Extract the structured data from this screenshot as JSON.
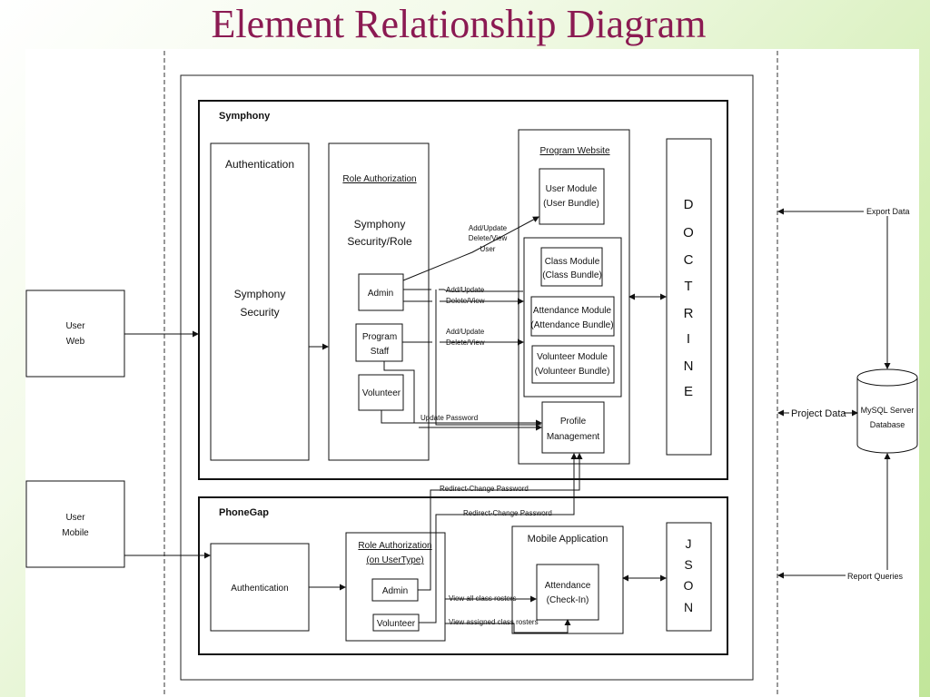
{
  "title": "Element Relationship Diagram",
  "symphony": {
    "label": "Symphony",
    "authentication_title": "Authentication",
    "security_line1": "Symphony",
    "security_line2": "Security",
    "role_auth_title": "Role Authorization",
    "role_sub_line1": "Symphony",
    "role_sub_line2": "Security/Role",
    "admin": "Admin",
    "staff_line1": "Program",
    "staff_line2": "Staff",
    "volunteer": "Volunteer",
    "program_website": "Program Website",
    "user_module_line1": "User Module",
    "user_module_line2": "(User Bundle)",
    "class_module_line1": "Class Module",
    "class_module_line2": "(Class Bundle)",
    "attendance_module_line1": "Attendance Module",
    "attendance_module_line2": "(Attendance Bundle)",
    "volunteer_module_line1": "Volunteer Module",
    "volunteer_module_line2": "(Volunteer Bundle)",
    "profile_line1": "Profile",
    "profile_line2": "Management",
    "doctrine_letters": [
      "D",
      "O",
      "C",
      "T",
      "R",
      "I",
      "N",
      "E"
    ]
  },
  "phonegap": {
    "label": "PhoneGap",
    "authentication": "Authentication",
    "role_auth_line1": "Role Authorization",
    "role_auth_line2": "(on UserType)",
    "admin": "Admin",
    "volunteer": "Volunteer",
    "mobile_app": "Mobile Application",
    "attendance_line1": "Attendance",
    "attendance_line2": "(Check-In)",
    "json_letters": [
      "J",
      "S",
      "O",
      "N"
    ]
  },
  "external": {
    "user_web_line1": "User",
    "user_web_line2": "Web",
    "user_mobile_line1": "User",
    "user_mobile_line2": "Mobile",
    "db_line1": "MySQL Server",
    "db_line2": "Database"
  },
  "connectors": {
    "user_crud_line1": "Add/Update",
    "user_crud_line2": "Delete/View",
    "user_crud_line3": "User",
    "admin_crud_line1": "Add/Update",
    "admin_crud_line2": "Delete/View",
    "staff_crud_line1": "Add/Update",
    "staff_crud_line2": "Delete/View",
    "update_password": "Update Password",
    "redirect_password_1": "Redirect-Change Password",
    "redirect_password_2": "Redirect-Change Password",
    "view_all_rosters": "View all class rosters",
    "view_assigned_rosters": "View assigned class rosters",
    "export_data": "Export Data",
    "project_data": "Project Data",
    "report_queries": "Report Queries"
  }
}
